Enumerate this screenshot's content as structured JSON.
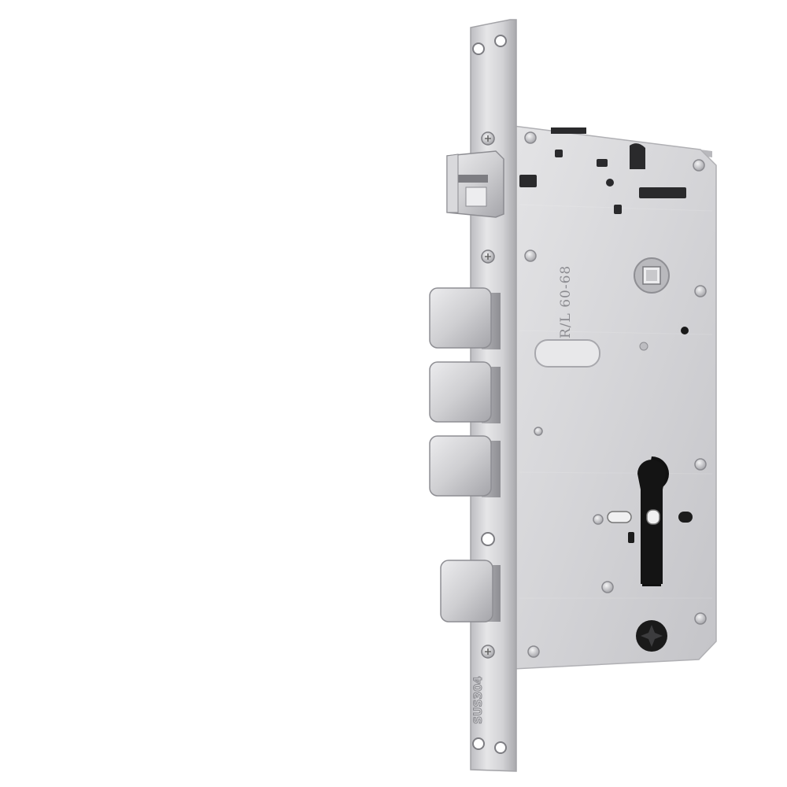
{
  "image": {
    "subject": "mortise-lock",
    "background": "#ffffff",
    "metal_light": "#e2e2e4",
    "metal_mid": "#c9c9cc",
    "metal_dark": "#9c9ca0",
    "hole_color": "#1a1a1a"
  },
  "markings": {
    "case_stamp": "R/L 60-68",
    "faceplate_stamp": "SUS304"
  }
}
